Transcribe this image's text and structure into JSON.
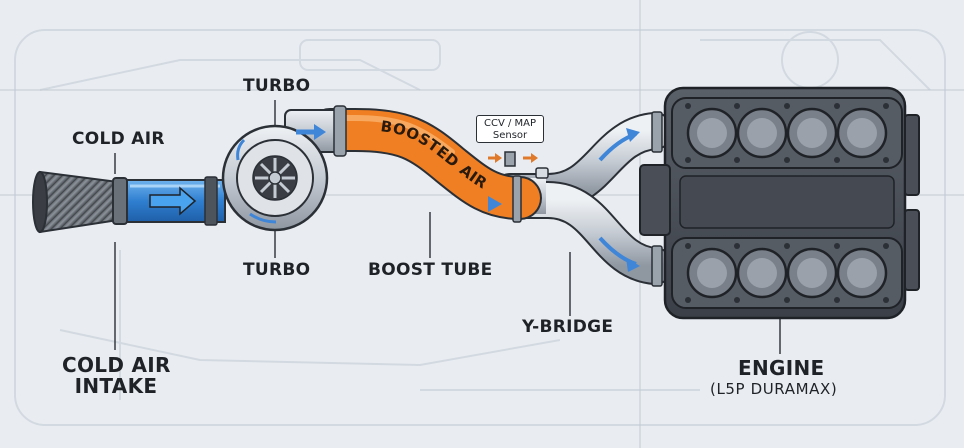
{
  "labels": {
    "turbo_top": "TURBO",
    "cold_air": "COLD AIR",
    "turbo_bottom": "TURBO",
    "boost_tube": "BOOST TUBE",
    "cold_air_intake_line1": "COLD AIR",
    "cold_air_intake_line2": "INTAKE",
    "y_bridge": "Y-BRIDGE",
    "engine": "ENGINE",
    "engine_model": "(L5P DURAMAX)",
    "sensor_line1": "CCV / MAP",
    "sensor_line2": "Sensor",
    "boosted_air": "BOOSTED AIR"
  },
  "colors": {
    "background": "#e9edf2",
    "intake_pipe": "#2f7fd0",
    "boost_tube": "#ef7f22",
    "y_bridge": "#c5cbd3",
    "engine": "#4a4f57",
    "flow_arrow": "#3f86d8",
    "sensor_arrow": "#e07a2a",
    "outline": "#2b2f36"
  },
  "icons": [
    "air-filter-icon",
    "turbo-icon",
    "flow-arrow-icon",
    "engine-icon",
    "sensor-icon"
  ]
}
